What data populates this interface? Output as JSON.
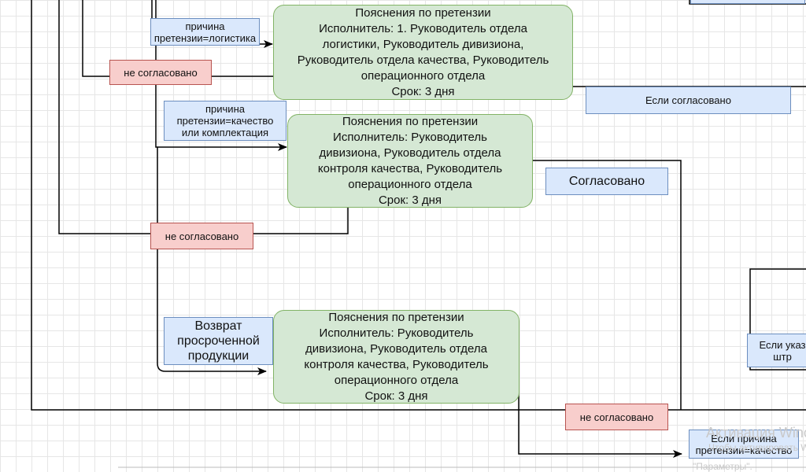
{
  "nodes": {
    "g1": [
      "Пояснения по претензии",
      "Исполнитель: 1. Руководитель отдела",
      "логистики, Руководитель дивизиона,",
      "Руководитель отдела качества, Руководитель",
      "операционного отдела",
      "Срок: 3 дня"
    ],
    "g2": [
      "Пояснения по претензии",
      "Исполнитель: Руководитель",
      "дивизиона, Руководитель отдела",
      "контроля качества,  Руководитель",
      "операционного отдела",
      "Срок: 3 дня"
    ],
    "g3": [
      "Пояснения по претензии",
      "Исполнитель: Руководитель",
      "дивизиона, Руководитель отдела",
      "контроля качества,  Руководитель",
      "операционного отдела",
      "Срок: 3 дня"
    ],
    "b_logistics": [
      "причина",
      "претензии=логистика"
    ],
    "b_quality": [
      "причина",
      "претензии=качество",
      "или комплектация"
    ],
    "b_agreed": [
      "Если согласовано"
    ],
    "b_soglasovano": [
      "Согласовано"
    ],
    "b_return": [
      "Возврат",
      "просроченной",
      "продукции"
    ],
    "b_right": [
      "Если указ",
      "штр"
    ],
    "b_bottom": [
      "Если причина",
      "претензии=качество"
    ],
    "r1": [
      "не согласовано"
    ],
    "r2": [
      "не согласовано"
    ],
    "r3": [
      "не согласовано"
    ]
  },
  "watermark": {
    "line1": "Активация Winc",
    "line2": "Чтобы активировать W",
    "line3": "\"Параметры\"."
  },
  "colors": {
    "process_fill": "#d5e8d4",
    "process_stroke": "#82b366",
    "label_fill": "#dae8fc",
    "label_stroke": "#6c8ebf",
    "reject_fill": "#f8cecc",
    "reject_stroke": "#b85450",
    "connector": "#000000"
  }
}
